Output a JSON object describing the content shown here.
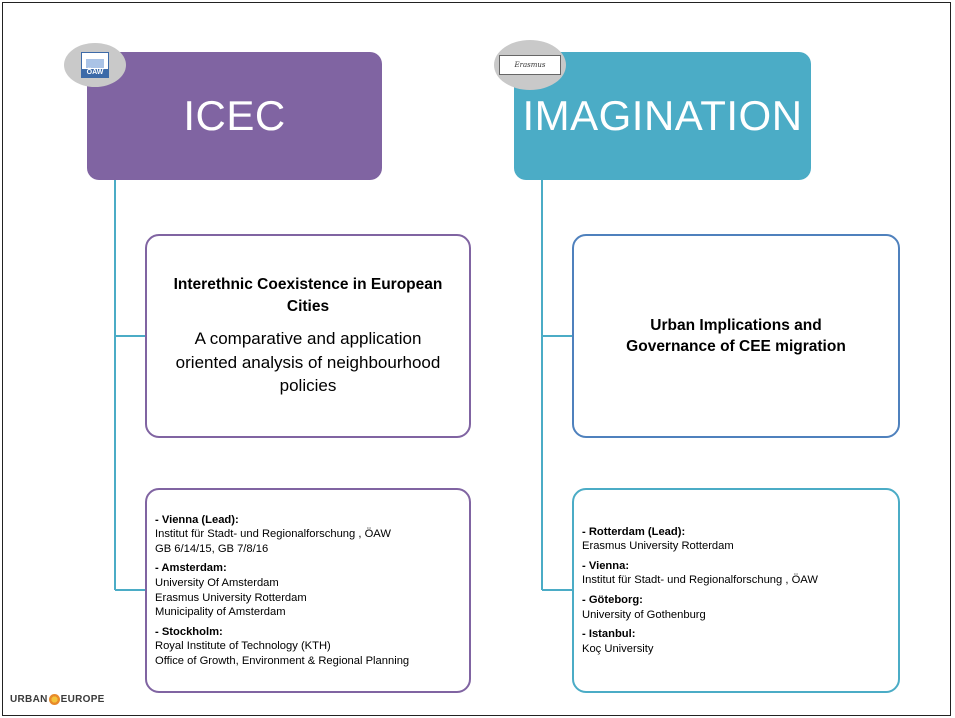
{
  "colors": {
    "icec": "#8064a2",
    "imagination": "#4bacc6",
    "icec_border": "#8064a2",
    "imagination_desc_border": "#4f81bd",
    "imagination_list_border": "#4bacc6"
  },
  "icec": {
    "logo_text": "ÖAW",
    "title": "ICEC",
    "description": {
      "title": "Interethnic Coexistence in European Cities",
      "subtitle": "A comparative and application oriented analysis of neighbourhood policies"
    },
    "partners": [
      {
        "city": "- Vienna (Lead):",
        "lines": [
          "Institut für Stadt- und Regionalforschung , ÖAW",
          "GB 6/14/15, GB 7/8/16"
        ]
      },
      {
        "city": "- Amsterdam:",
        "lines": [
          "University Of Amsterdam",
          "Erasmus University Rotterdam",
          "Municipality of Amsterdam"
        ]
      },
      {
        "city": "- Stockholm:",
        "lines": [
          "Royal Institute of Technology (KTH)",
          "Office of Growth, Environment & Regional Planning"
        ]
      }
    ]
  },
  "imagination": {
    "logo_text": "Erasmus",
    "title": "IMAGINATION",
    "description": {
      "title": "Urban Implications and Governance of CEE migration"
    },
    "partners": [
      {
        "city": "- Rotterdam (Lead):",
        "lines": [
          "Erasmus University Rotterdam"
        ]
      },
      {
        "city": "- Vienna:",
        "lines": [
          "Institut für Stadt- und Regionalforschung , ÖAW"
        ]
      },
      {
        "city": "- Göteborg:",
        "lines": [
          "University of Gothenburg"
        ]
      },
      {
        "city": "- Istanbul:",
        "lines": [
          "Koç University"
        ]
      }
    ]
  },
  "footer": {
    "logo_left": "URBAN",
    "logo_right": "EUROPE"
  }
}
